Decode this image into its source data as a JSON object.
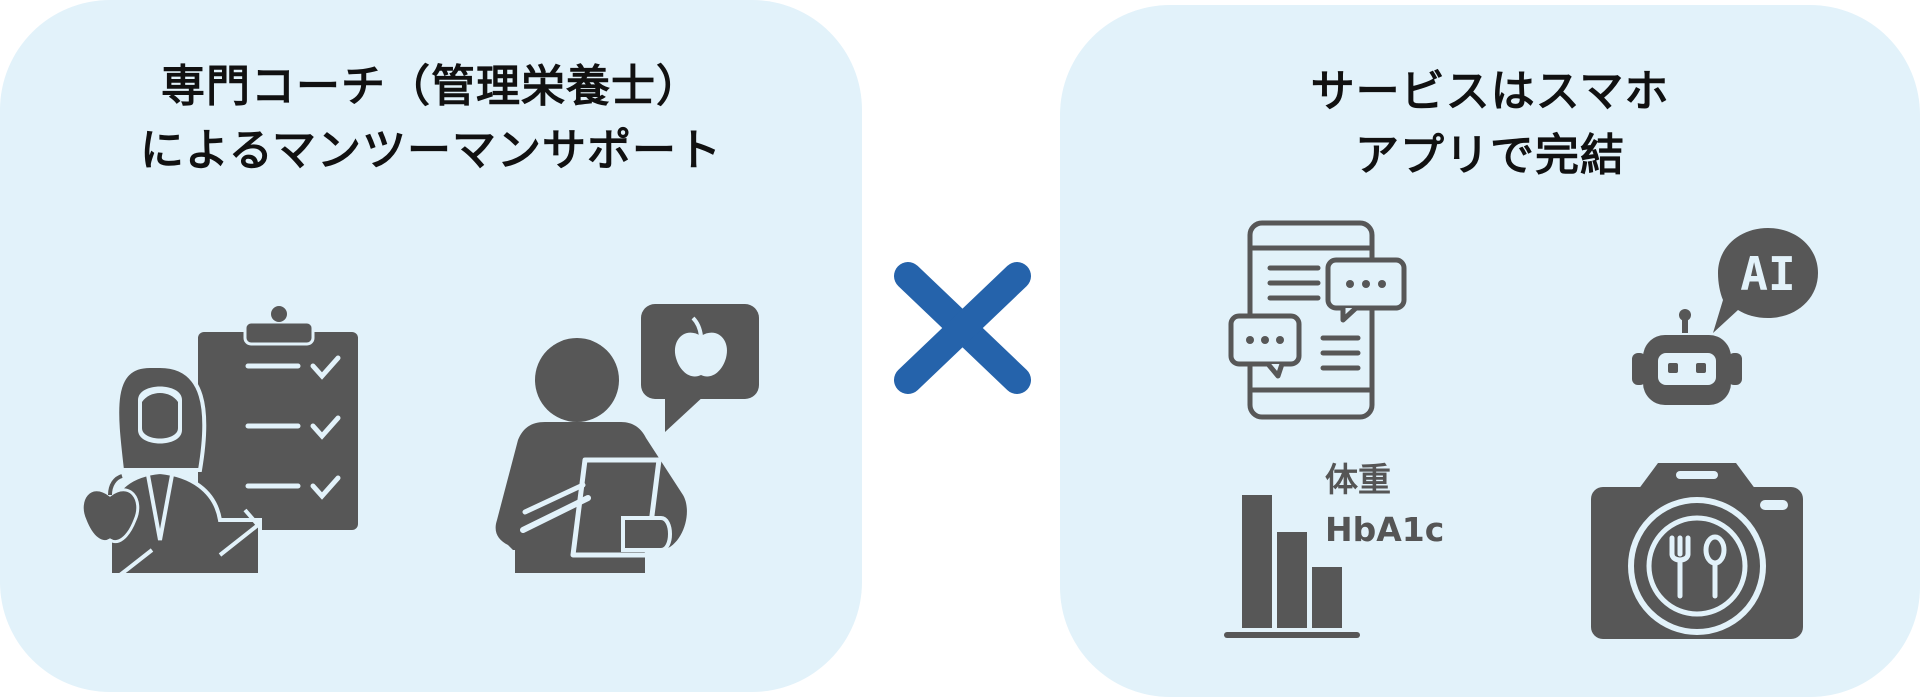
{
  "left_card": {
    "title_line1": "専門コーチ（管理栄養士）",
    "title_line2": "によるマンツーマンサポート",
    "icons": [
      "nutritionist-clipboard-icon",
      "coach-with-tablet-icon"
    ]
  },
  "right_card": {
    "title_line1": "サービスはスマホ",
    "title_line2": "アプリで完結",
    "icons": [
      "phone-chat-icon",
      "ai-robot-icon",
      "bar-chart-icon",
      "meal-camera-icon"
    ],
    "metric_label_1": "体重",
    "metric_label_2": "HbA1c"
  },
  "colors": {
    "panel_bg": "#e2f2fa",
    "icon_gray": "#575757",
    "cross_blue": "#2563ab"
  }
}
